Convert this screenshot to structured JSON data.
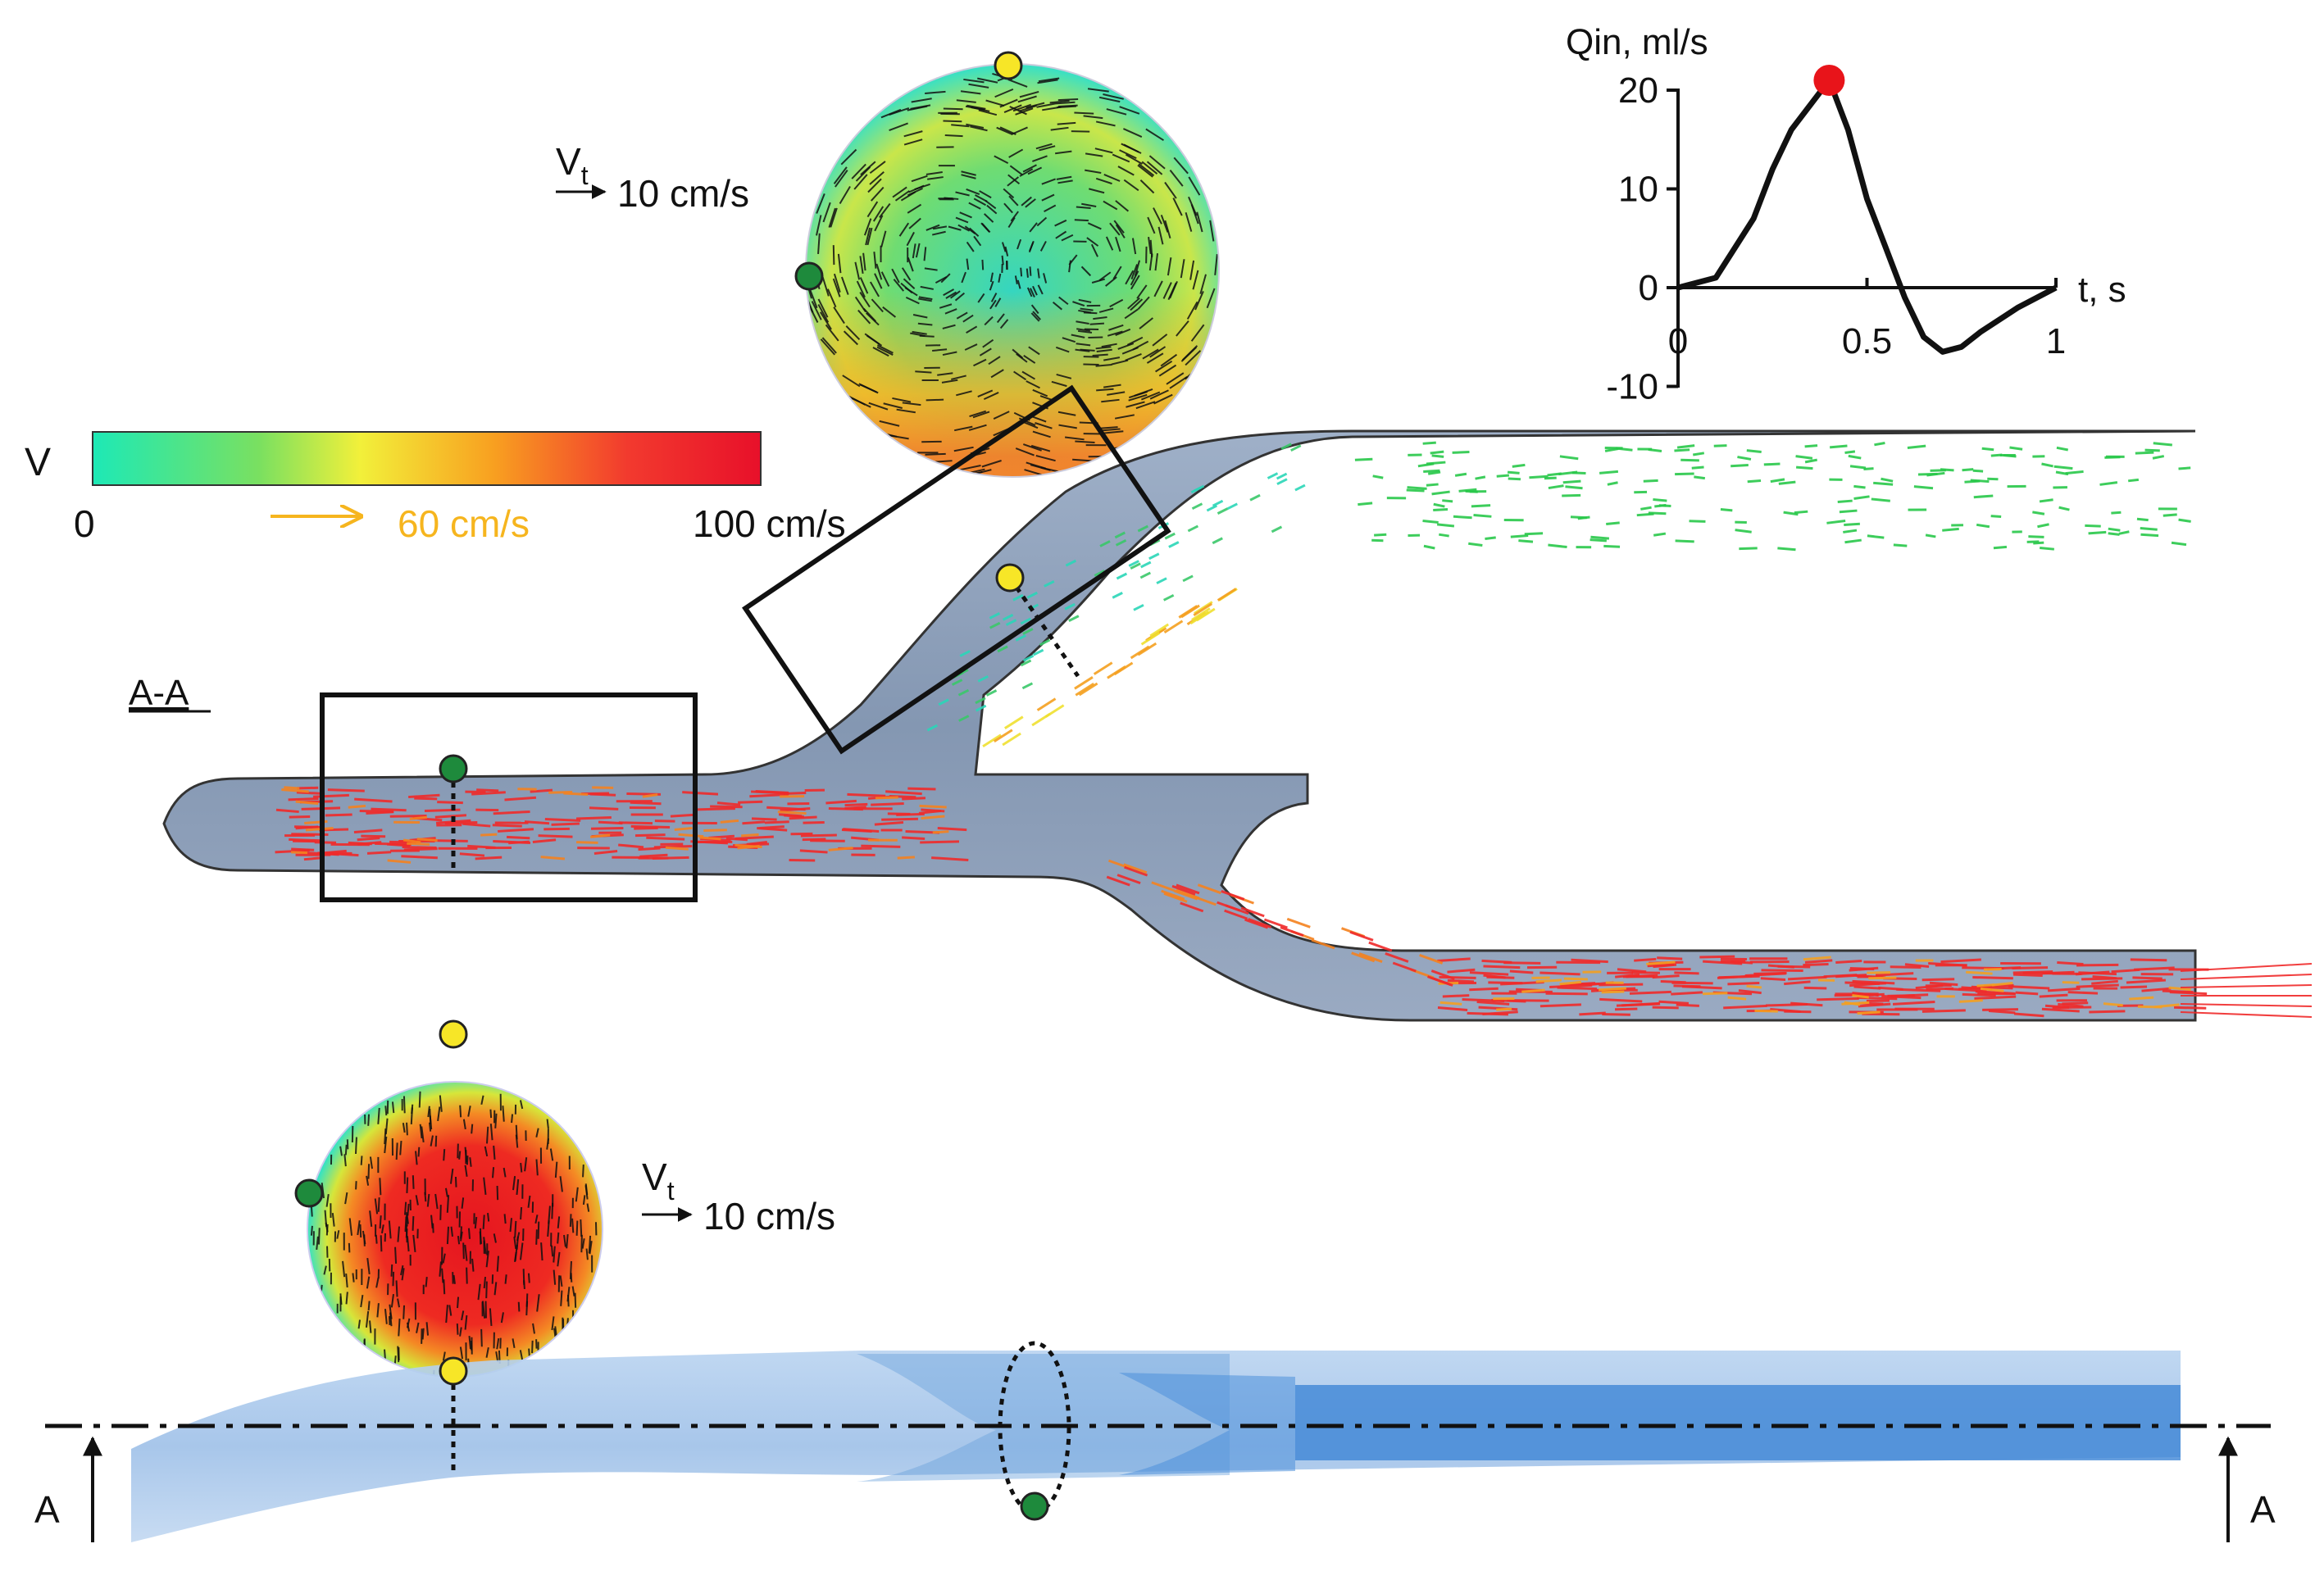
{
  "colorbar": {
    "label": "V",
    "min_label": "0",
    "mid_label": "60 cm/s",
    "max_label": "100 cm/s",
    "colors": [
      "#1de9b6",
      "#7ae060",
      "#f2f03a",
      "#f8a020",
      "#f23a2e",
      "#e8102a"
    ],
    "mid_color": "#f6b51e"
  },
  "section_label": "A-A",
  "section_marker": "A",
  "scale_top": {
    "symbol": "V",
    "subscript": "t",
    "value": "10 cm/s"
  },
  "scale_bottom": {
    "symbol": "V",
    "subscript": "t",
    "value": "10 cm/s"
  },
  "inset_chart": {
    "ylabel": "Qin, ml/s",
    "xlabel": "t, s",
    "yticks": [
      "20",
      "10",
      "0",
      "-10"
    ],
    "xticks": [
      "0",
      "0.5",
      "1"
    ]
  },
  "chart_data": {
    "type": "line",
    "ylabel": "Qin, ml/s",
    "xlabel": "t, s",
    "xlim": [
      0,
      1
    ],
    "ylim": [
      -10,
      20
    ],
    "x": [
      0,
      0.1,
      0.2,
      0.25,
      0.3,
      0.35,
      0.4,
      0.45,
      0.5,
      0.55,
      0.6,
      0.65,
      0.7,
      0.75,
      0.8,
      0.9,
      1.0
    ],
    "y": [
      0,
      1,
      7,
      12,
      16,
      18.5,
      21,
      16,
      9,
      4,
      -1,
      -5,
      -6.5,
      -6,
      -4.5,
      -2,
      0
    ],
    "highlight": {
      "x": 0.4,
      "y": 21,
      "color": "#e8141a"
    }
  },
  "colors": {
    "marker_yellow": "#f7e627",
    "marker_green": "#1e8a3c",
    "vessel_fill": "#8a9fba",
    "tube_light": "#a9c6ea",
    "tube_dark": "#3f86d6"
  }
}
